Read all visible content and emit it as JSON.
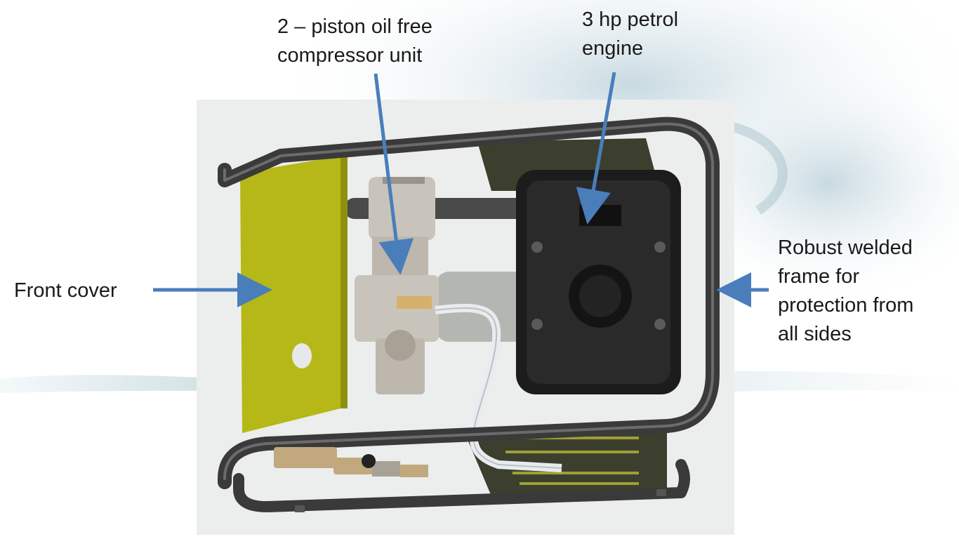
{
  "labels": {
    "compressor": "2 – piston oil free\ncompressor unit",
    "engine": "3 hp petrol\nengine",
    "frame": "Robust welded\nframe for\nprotection from\nall sides",
    "front_cover": "Front cover"
  },
  "colors": {
    "arrow": "#4a7ebb",
    "frame_tube": "#3a3a3a",
    "front_cover": "#b5b817",
    "engine_housing": "#1c1c1c",
    "compressor_body": "#c9c4bb",
    "background_swirl": "#cfdfe6"
  }
}
